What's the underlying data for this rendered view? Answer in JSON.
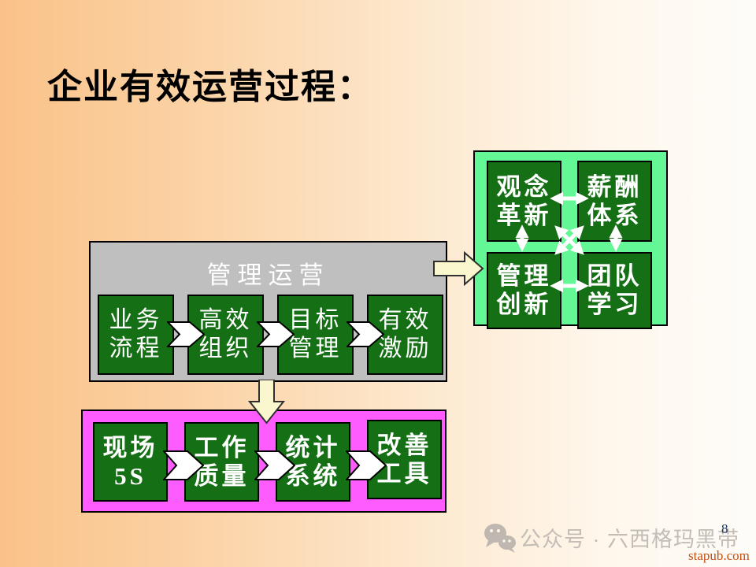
{
  "title": "企业有效运营过程：",
  "management": {
    "title": "管理运营",
    "items": [
      {
        "line1": "业务",
        "line2": "流程"
      },
      {
        "line1": "高效",
        "line2": "组织"
      },
      {
        "line1": "目标",
        "line2": "管理"
      },
      {
        "line1": "有效",
        "line2": "激励"
      }
    ]
  },
  "innovation": {
    "items": [
      {
        "line1": "观念",
        "line2": "革新"
      },
      {
        "line1": "薪酬",
        "line2": "体系"
      },
      {
        "line1": "管理",
        "line2": "创新"
      },
      {
        "line1": "团队",
        "line2": "学习"
      }
    ]
  },
  "foundation": {
    "items": [
      {
        "line1": "现场",
        "line2": "5S"
      },
      {
        "line1": "工作",
        "line2": "质量"
      },
      {
        "line1": "统计",
        "line2": "系统"
      },
      {
        "line1": "改善",
        "line2": "工具"
      }
    ]
  },
  "footer": {
    "watermark": "公众号 · 六西格玛黑带",
    "page_number": "8",
    "site": "stapub.com"
  },
  "colors": {
    "dark_green": "#156F15",
    "light_green": "#63F795",
    "magenta": "#FF5CFF",
    "gray": "#BFBFBF",
    "cream_arrow": "#FAF6CE",
    "background_left": "#FAC289",
    "page_number_blue": "#1F3864",
    "site_orange": "#C5500E"
  }
}
